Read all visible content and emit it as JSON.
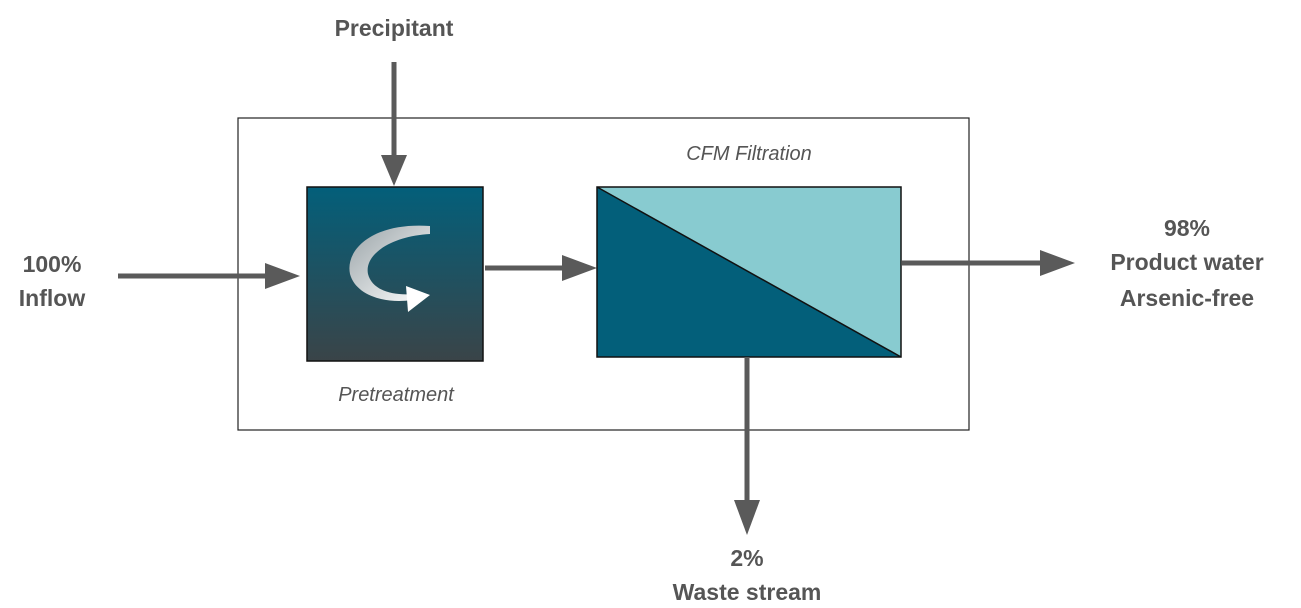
{
  "labels": {
    "precipitant": "Precipitant",
    "inflow_percent": "100%",
    "inflow": "Inflow",
    "pretreatment": "Pretreatment",
    "cfm_filtration": "CFM Filtration",
    "product_percent": "98%",
    "product_line1": "Product water",
    "product_line2": "Arsenic-free",
    "waste_percent": "2%",
    "waste": "Waste stream"
  },
  "colors": {
    "arrow": "#5a5a5a",
    "text": "#555555",
    "dark_teal": "#035f7a",
    "light_teal": "#88cbd0",
    "gradient_bottom": "#3a4448"
  },
  "icons": {
    "pretreatment": "rotate-arrow-icon"
  }
}
